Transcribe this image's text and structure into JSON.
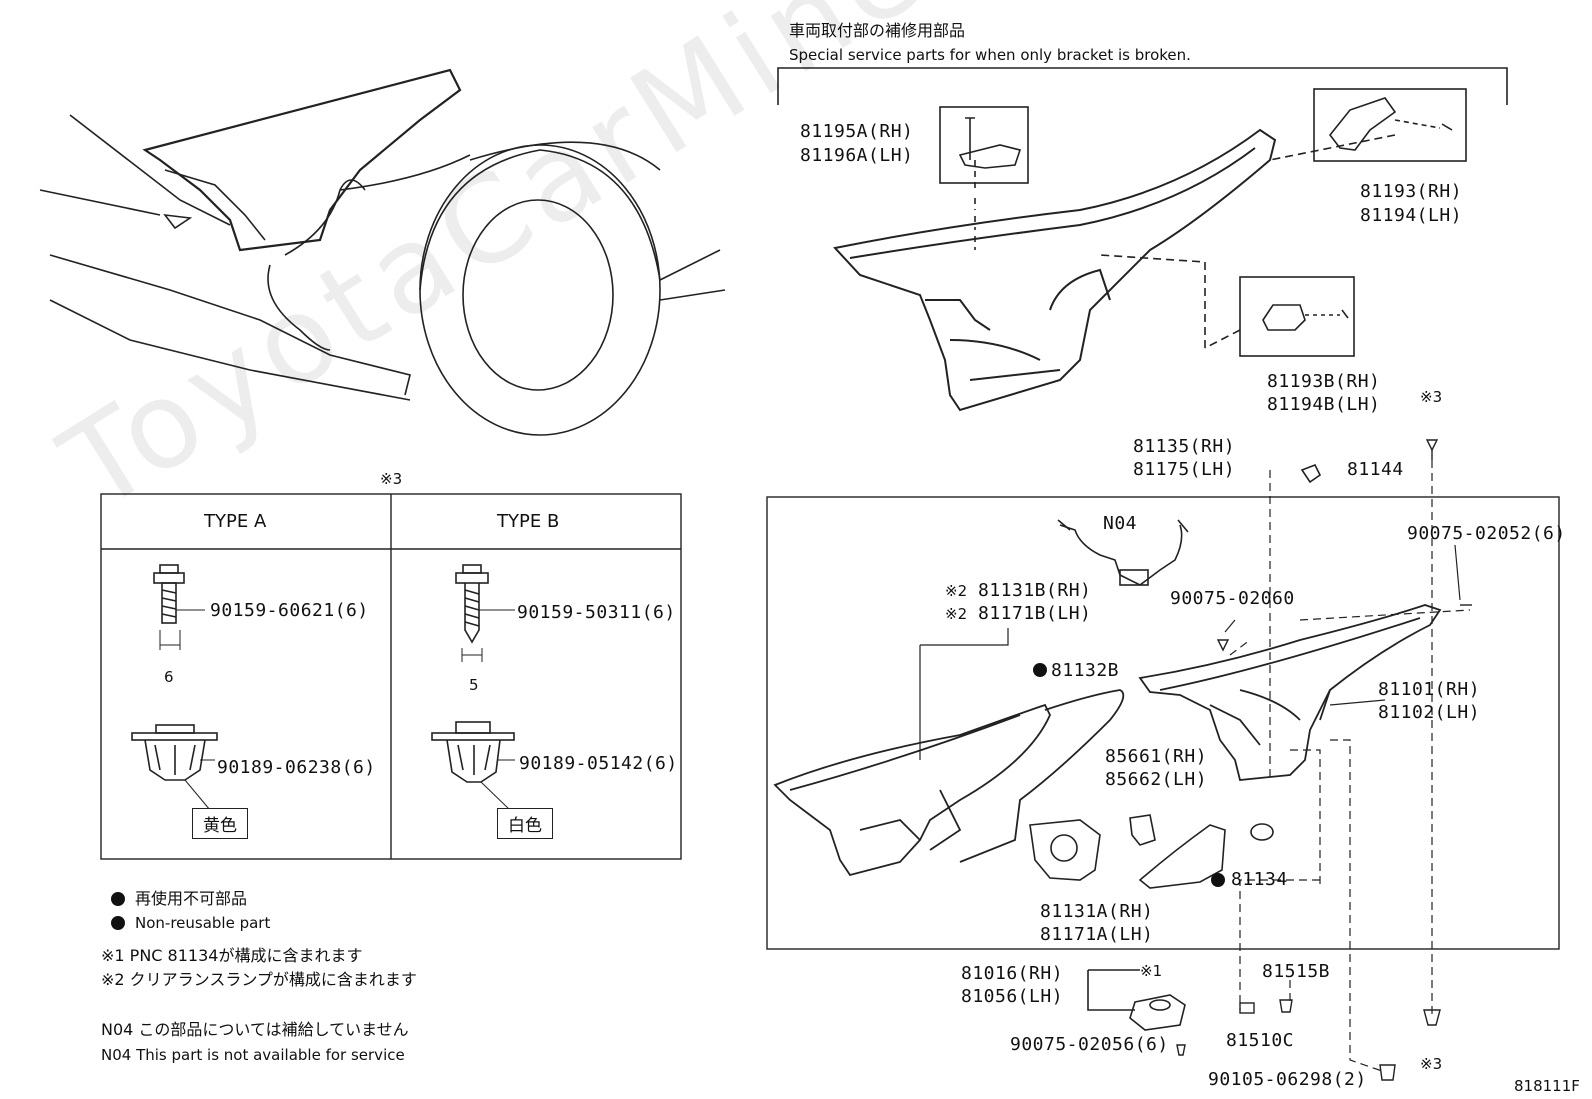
{
  "watermark": "ToyotaCarMine.ru",
  "header": {
    "jp": "車両取付部の補修用部品",
    "en": "Special service parts for when only bracket is broken."
  },
  "table": {
    "note_mark": "※3",
    "col_a": "TYPE A",
    "col_b": "TYPE B",
    "a_bolt": "90159-60621(6)",
    "a_dim": "6",
    "a_clip": "90189-06238(6)",
    "a_color": "黄色",
    "b_bolt": "90159-50311(6)",
    "b_dim": "5",
    "b_clip": "90189-05142(6)",
    "b_color": "白色"
  },
  "legend": {
    "jp": "再使用不可部品",
    "en": "Non-reusable part",
    "note1": "※1 PNC 81134が構成に含まれます",
    "note2": "※2  クリアランスランプが構成に含まれます",
    "n04_jp": "N04 この部品については補給していません",
    "n04_en": "N04 This part is not available for service"
  },
  "parts": {
    "p81195a": "81195A(RH)",
    "p81196a": "81196A(LH)",
    "p81193": "81193(RH)",
    "p81194": "81194(LH)",
    "p81193b": "81193B(RH)",
    "p81194b": "81194B(LH)",
    "p81135": "81135(RH)",
    "p81175": "81175(LH)",
    "p81144": "81144",
    "n04": "N04",
    "mark3_top": "※3",
    "p90075_02052": "90075-02052(6)",
    "p90075_02060": "90075-02060",
    "p81131b_mark": "※2",
    "p81131b": "81131B(RH)",
    "p81171b_mark": "※2",
    "p81171b": "81171B(LH)",
    "p81132b": "81132B",
    "p81101": "81101(RH)",
    "p81102": "81102(LH)",
    "p85661": "85661(RH)",
    "p85662": "85662(LH)",
    "p81134": "81134",
    "p81131a": "81131A(RH)",
    "p81171a": "81171A(LH)",
    "p81016": "81016(RH)",
    "p81056": "81056(LH)",
    "mark1": "※1",
    "p81515b": "81515B",
    "p90075_02056": "90075-02056(6)",
    "p81510c": "81510C",
    "p90105": "90105-06298(2)",
    "mark3_bottom": "※3",
    "diagram_id": "818111F"
  }
}
